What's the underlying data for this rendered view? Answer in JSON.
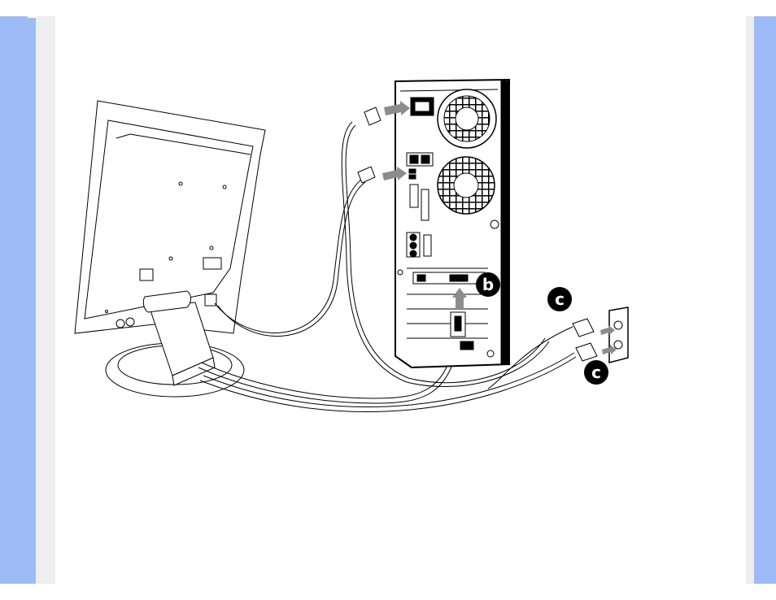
{
  "figure": {
    "callouts": [
      {
        "id": "b",
        "label": "b"
      },
      {
        "id": "c-top",
        "label": "c"
      },
      {
        "id": "c-bottom",
        "label": "c"
      }
    ]
  },
  "colors": {
    "frame_blue": "#9dbcf7",
    "gutter_gray": "#eeeeee",
    "arrow_gray": "#8c8c8c",
    "line": "#000000"
  }
}
